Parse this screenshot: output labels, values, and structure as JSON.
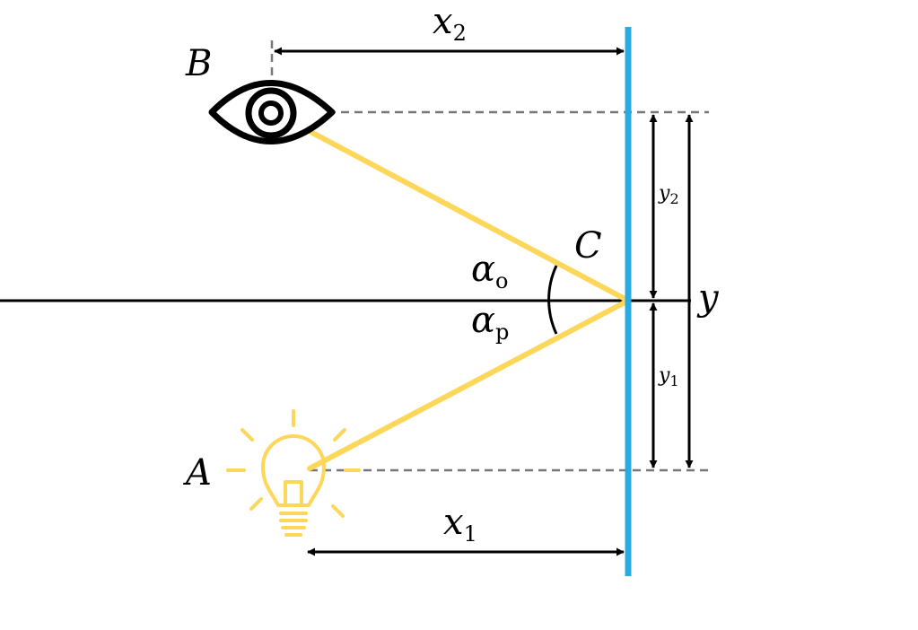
{
  "labels": {
    "B": "B",
    "A": "A",
    "C": "C",
    "x2": {
      "main": "x",
      "sub": "2"
    },
    "x1": {
      "main": "x",
      "sub": "1"
    },
    "y2": {
      "main": "y",
      "sub": "2"
    },
    "y1": {
      "main": "y",
      "sub": "1"
    },
    "y": "y",
    "alpha_o": {
      "main": "α",
      "sub": "o"
    },
    "alpha_p": {
      "main": "α",
      "sub": "p"
    }
  },
  "colors": {
    "mirror": "#29abe2",
    "ray": "#fcd75a",
    "bulb": "#fcd75a",
    "ink": "#000000",
    "dashed": "#777777"
  },
  "icons": {
    "observer": "eye-icon",
    "source": "light-bulb-icon"
  }
}
